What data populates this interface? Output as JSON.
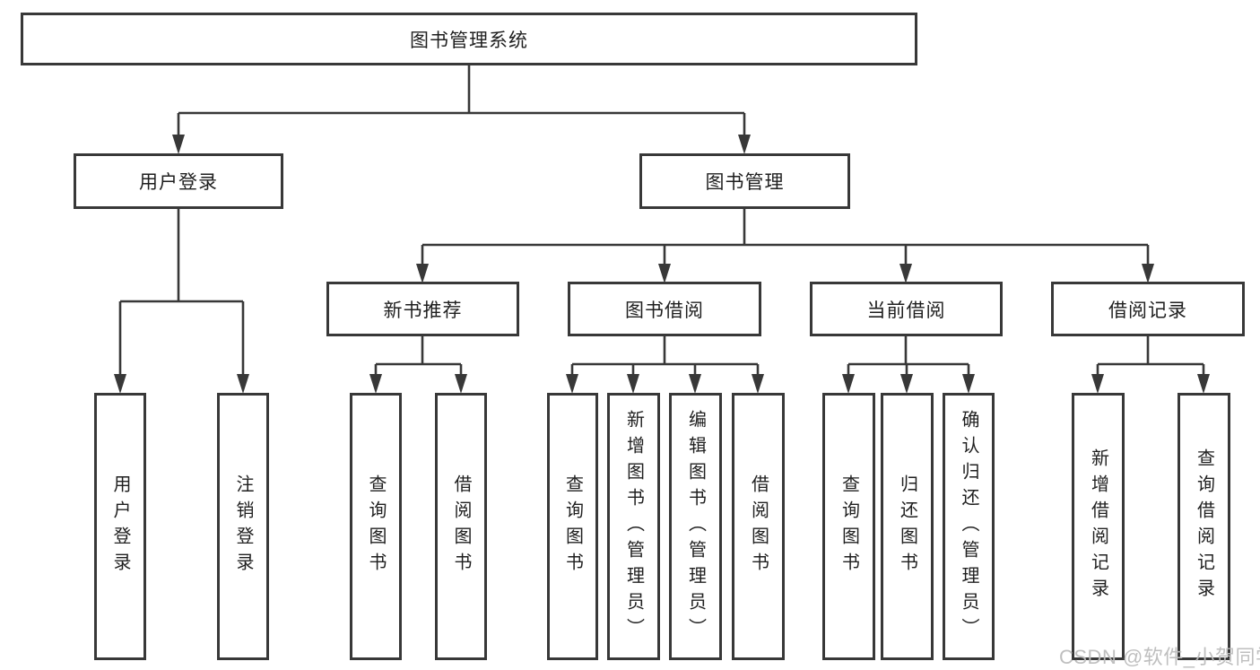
{
  "diagram": {
    "type": "hierarchy-tree",
    "colors": {
      "line": "#383838",
      "box_border": "#383838",
      "box_fill": "#ffffff",
      "text": "#1f1f1f",
      "background": "#ffffff",
      "watermark": "#bcbcbc"
    },
    "tree": {
      "root": {
        "label": "图书管理系统"
      },
      "children": [
        {
          "label": "用户登录",
          "children": [
            {
              "label": "用户登录"
            },
            {
              "label": "注销登录"
            }
          ]
        },
        {
          "label": "图书管理",
          "children": [
            {
              "label": "新书推荐",
              "children": [
                {
                  "label": "查询图书"
                },
                {
                  "label": "借阅图书"
                }
              ]
            },
            {
              "label": "图书借阅",
              "children": [
                {
                  "label": "查询图书"
                },
                {
                  "label": "新增图书（管理员）"
                },
                {
                  "label": "编辑图书（管理员）"
                },
                {
                  "label": "借阅图书"
                }
              ]
            },
            {
              "label": "当前借阅",
              "children": [
                {
                  "label": "查询图书"
                },
                {
                  "label": "归还图书"
                },
                {
                  "label": "确认归还（管理员）"
                }
              ]
            },
            {
              "label": "借阅记录",
              "children": [
                {
                  "label": "新增借阅记录"
                },
                {
                  "label": "查询借阅记录"
                }
              ]
            }
          ]
        }
      ]
    }
  },
  "watermark": {
    "text": "CSDN @软件_小贺同学"
  }
}
